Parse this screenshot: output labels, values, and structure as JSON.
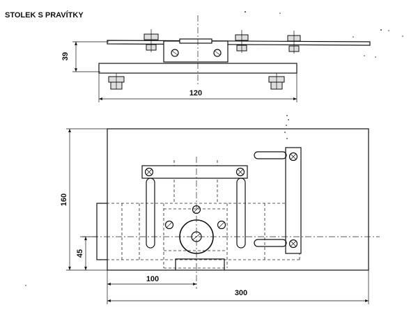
{
  "title": "STOLEK S PRAVÍTKY",
  "dimensions": {
    "side_height": "39",
    "side_width": "120",
    "plan_height": "160",
    "plan_offset_y": "45",
    "plan_offset_x": "100",
    "plan_width": "300"
  }
}
